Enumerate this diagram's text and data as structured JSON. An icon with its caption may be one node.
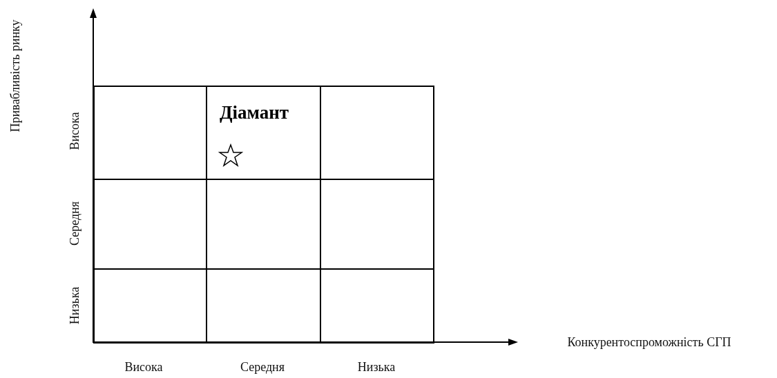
{
  "diagram": {
    "nodes": [
      {
        "text": [],
        "shape": "box"
      },
      {
        "text": [
          "Діамант"
        ]
      },
      {
        "text": [],
        "shape": "box"
      },
      {
        "text": [],
        "shape": "box"
      },
      {
        "text": [],
        "shape": "box"
      },
      {
        "text": [],
        "shape": "box"
      },
      {
        "text": [],
        "shape": "box"
      },
      {
        "text": [],
        "shape": "box"
      },
      {
        "text": [],
        "shape": "box"
      }
    ],
    "edges": [],
    "labels": [
      "Привабливість ринку",
      "Висока",
      "Середня",
      "Низька",
      "Конкурентоспроможність СГП",
      "Висока",
      "Середня",
      "Низька"
    ]
  }
}
